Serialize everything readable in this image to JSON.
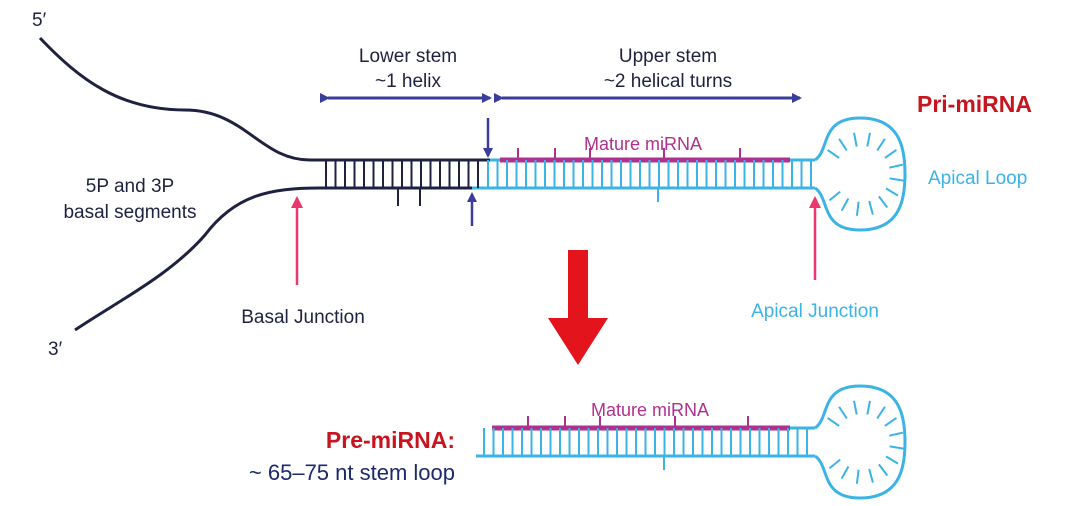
{
  "labels": {
    "five_prime": "5′",
    "three_prime": "3′",
    "lower_stem_line1": "Lower stem",
    "lower_stem_line2": "~1 helix",
    "upper_stem_line1": "Upper stem",
    "upper_stem_line2": "~2 helical turns",
    "pri_mirna": "Pri-miRNA",
    "mature_mirna_top": "Mature miRNA",
    "apical_loop": "Apical Loop",
    "basal_segments_line1": "5P and 3P",
    "basal_segments_line2": "basal segments",
    "basal_junction": "Basal Junction",
    "apical_junction": "Apical Junction",
    "mature_mirna_bottom": "Mature miRNA",
    "pre_mirna": "Pre-miRNA:",
    "pre_mirna_desc": "~ 65–75 nt stem loop"
  },
  "colors": {
    "dark_strand": "#1f2140",
    "cyan_strand": "#3bb3e6",
    "magenta": "#b0308f",
    "navy_arrow": "#3a3e9a",
    "pink_arrow": "#e8386e",
    "red": "#e3141c"
  }
}
